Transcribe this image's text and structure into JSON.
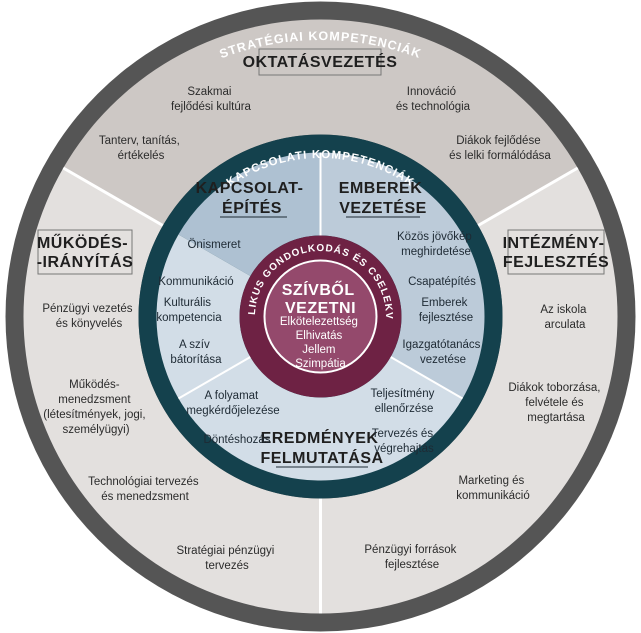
{
  "outer_ring_title": "STRATÉGIAI KOMPETENCIÁK",
  "inner_ring_title": "KAPCSOLATI KOMPETENCIÁK",
  "core": {
    "arc_title": "BIBLIKUS GONDOLKODÁS ÉS CSELEKVÉS",
    "title_lines": [
      "SZÍVBŐL",
      "VEZETNI"
    ],
    "items": [
      "Elkötelezettség",
      "Elhivatás",
      "Jellem",
      "Szimpátia"
    ]
  },
  "outer_sections": {
    "oktatasvezetes": {
      "title_lines": [
        "OKTATÁSVEZETÉS"
      ],
      "items": [
        [
          "Szakmai",
          "fejlődési kultúra"
        ],
        [
          "Innováció",
          "és technológia"
        ],
        [
          "Tanterv, tanítás,",
          "értékelés"
        ],
        [
          "Diákok fejlődése",
          "és lelki formálódása"
        ]
      ]
    },
    "intezmenyfejlesztes": {
      "title_lines": [
        "INTÉZMÉNY-",
        "FEJLESZTÉS"
      ],
      "items": [
        [
          "Az iskola",
          "arculata"
        ],
        [
          "Diákok toborzása,",
          "felvétele és",
          "megtartása"
        ],
        [
          "Marketing és",
          "kommunikáció"
        ],
        [
          "Pénzügyi források",
          "fejlesztése"
        ]
      ]
    },
    "mukodesiranyitas": {
      "title_lines": [
        "MŰKÖDÉS-",
        "-IRÁNYÍTÁS"
      ],
      "items": [
        [
          "Pénzügyi vezetés",
          "és könyvelés"
        ],
        [
          "Működés-",
          "menedzsment",
          "(létesítmények, jogi,",
          "személyügyi)"
        ],
        [
          "Technológiai tervezés",
          "és menedzsment"
        ],
        [
          "Stratégiai pénzügyi",
          "tervezés"
        ]
      ]
    }
  },
  "inner_sections": {
    "kapcsolatepites": {
      "title_lines": [
        "KAPCSOLAT-",
        "ÉPÍTÉS"
      ],
      "items": [
        [
          "Önismeret"
        ],
        [
          "Kommunikáció"
        ],
        [
          "Kulturális",
          "kompetencia"
        ],
        [
          "A szív",
          "bátorítása"
        ]
      ]
    },
    "emberekvezetese": {
      "title_lines": [
        "EMBEREK",
        "VEZETÉSE"
      ],
      "items": [
        [
          "Közös jövőkép",
          "meghirdetése"
        ],
        [
          "Csapatépítés"
        ],
        [
          "Emberek",
          "fejlesztése"
        ],
        [
          "Igazgatótanács",
          "vezetése"
        ]
      ]
    },
    "eredmenyek": {
      "title_lines": [
        "EREDMÉNYEK",
        "FELMUTATÁSA"
      ],
      "items": [
        [
          "A folyamat",
          "megkérdőjelezése"
        ],
        [
          "Teljesítmény",
          "ellenőrzése"
        ],
        [
          "Döntéshozás"
        ],
        [
          "Tervezés és",
          "végrehajtás"
        ]
      ]
    }
  },
  "colors": {
    "outer_border": "#555555",
    "outer_top": "#cdc8c5",
    "outer_sides": "#e3e0de",
    "inner_ring": "#14414d",
    "inner_top_left": "#aec1d2",
    "inner_top_right": "#bccbd9",
    "inner_bottom": "#d2dde7",
    "core_ring": "#6e2244",
    "core_fill": "#94496c"
  }
}
